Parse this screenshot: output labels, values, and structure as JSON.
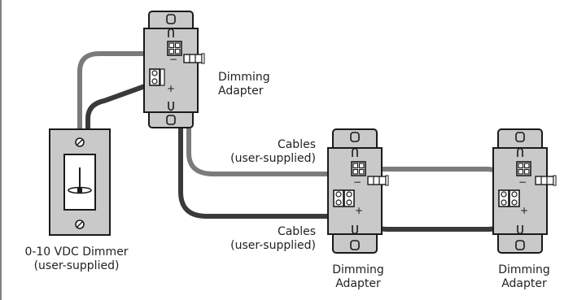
{
  "labels": {
    "adapter_top": [
      "Dimming",
      "Adapter"
    ],
    "cables_upper": [
      "Cables",
      "(user-supplied)"
    ],
    "cables_lower": [
      "Cables",
      "(user-supplied)"
    ],
    "dimmer": [
      "0-10 VDC Dimmer",
      "(user-supplied)"
    ],
    "adapter_mid": [
      "Dimming",
      "Adapter"
    ],
    "adapter_right": [
      "Dimming",
      "Adapter"
    ]
  },
  "colors": {
    "device_fill": "#c9c9c9",
    "outline": "#1a1a1a",
    "wire_gray": "#7b7b7b",
    "wire_dark": "#3a3a3a",
    "background": "#ffffff"
  },
  "icons": {
    "screw": "screw-icon",
    "connector": "connector-icon",
    "terminal": "terminal-icon",
    "toggle": "dimmer-toggle-icon"
  },
  "terminal_marks": {
    "minus": "−",
    "plus": "+"
  }
}
